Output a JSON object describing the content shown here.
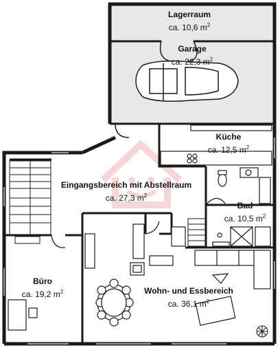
{
  "rooms": {
    "lagerraum": {
      "name": "Lagerraum",
      "area": "ca. 10,6 m",
      "unit_exp": "2"
    },
    "garage": {
      "name": "Garage",
      "area": "ca. 22,3 m",
      "unit_exp": "2"
    },
    "kueche": {
      "name": "Küche",
      "area": "ca. 12,5 m",
      "unit_exp": "2"
    },
    "eingang": {
      "name": "Eingangsbereich mit Abstellraum",
      "area": "ca. 27,3 m",
      "unit_exp": "2"
    },
    "bad": {
      "name": "Bad",
      "area": "ca. 10,5 m",
      "unit_exp": "2"
    },
    "buero": {
      "name": "Büro",
      "area": "ca. 19,2 m",
      "unit_exp": "2"
    },
    "wohnen": {
      "name": "Wohn- und Essbereich",
      "area": "ca. 36,1 m",
      "unit_exp": "2"
    }
  },
  "colors": {
    "wall": "#1a1a1a",
    "garage_fill": "#e9e9e9",
    "room_fill": "#ffffff",
    "watermark": "#f2c7c7"
  }
}
